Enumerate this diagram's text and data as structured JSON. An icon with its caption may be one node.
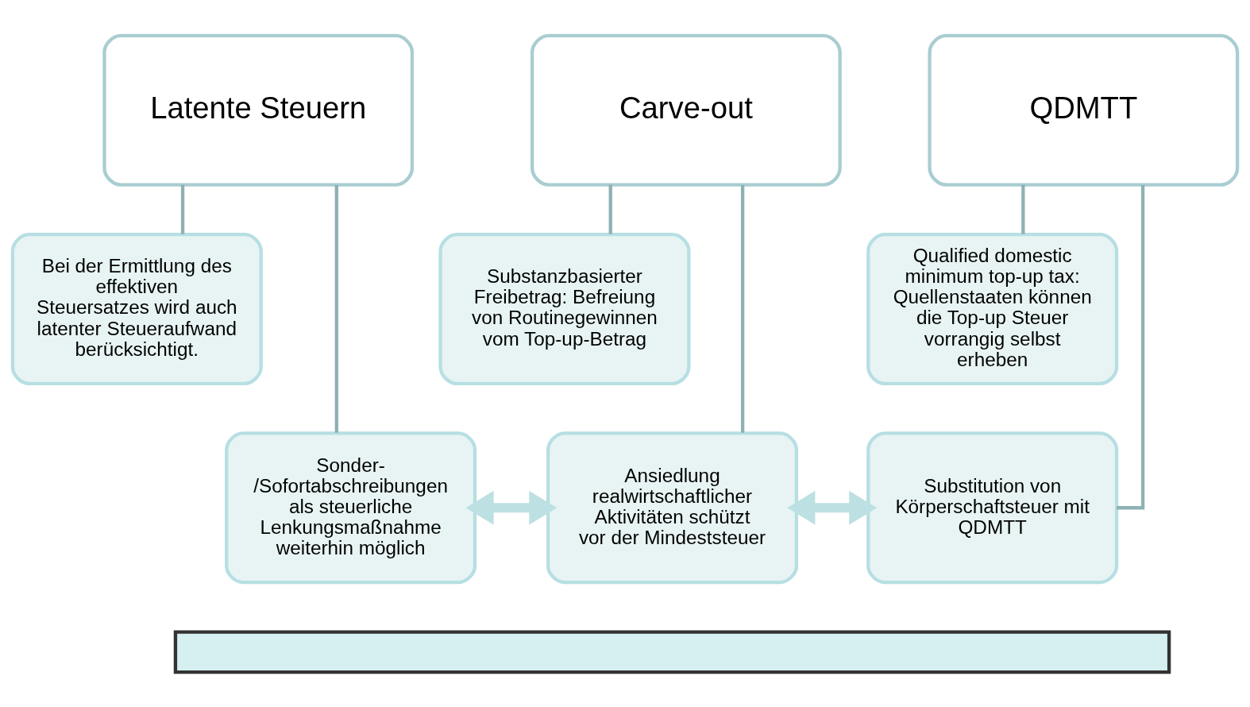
{
  "diagram": {
    "nodes": [
      {
        "text": [
          "Latente Steuern"
        ]
      },
      {
        "text": [
          "Bei der Ermittlung des effektiven Steuersatzes wird auch latenter Steueraufwand berücksichtigt."
        ]
      },
      {
        "text": [
          "Sonder- /Sofortabschreibungen als steuerliche Lenkungsmaßnahme weiterhin möglich"
        ]
      },
      {
        "text": [
          "Carve-out"
        ]
      },
      {
        "text": [
          "Substanzbasierter Freibetrag: Befreiung von Routinegewinnen vom Top-up-Betrag"
        ]
      },
      {
        "text": [
          "Ansiedlung realwirtschaftlicher Aktivitäten schützt vor der Mindeststeuer"
        ]
      },
      {
        "text": [
          "QDMTT"
        ]
      },
      {
        "text": [
          "Qualified domestic minimum top-up tax: Quellenstaaten können die Top-up Steuer vorrangig selbst erheben"
        ]
      },
      {
        "text": [
          "Substitution von Körperschaftsteuer mit QDMTT"
        ]
      },
      {
        "text": [],
        "shape": "box"
      }
    ],
    "edges": [
      {
        "from": 0,
        "to": 1,
        "arrow": "none"
      },
      {
        "from": 0,
        "to": 2,
        "arrow": "none"
      },
      {
        "from": 3,
        "to": 4,
        "arrow": "none"
      },
      {
        "from": 3,
        "to": 5,
        "arrow": "none"
      },
      {
        "from": 6,
        "to": 7,
        "arrow": "none"
      },
      {
        "from": 6,
        "to": 8,
        "arrow": "none"
      },
      {
        "from": 2,
        "to": 5,
        "arrow": "both",
        "style": "thick",
        "color": "#bde0e3"
      },
      {
        "from": 5,
        "to": 8,
        "arrow": "both",
        "style": "thick",
        "color": "#bde0e3"
      }
    ]
  }
}
